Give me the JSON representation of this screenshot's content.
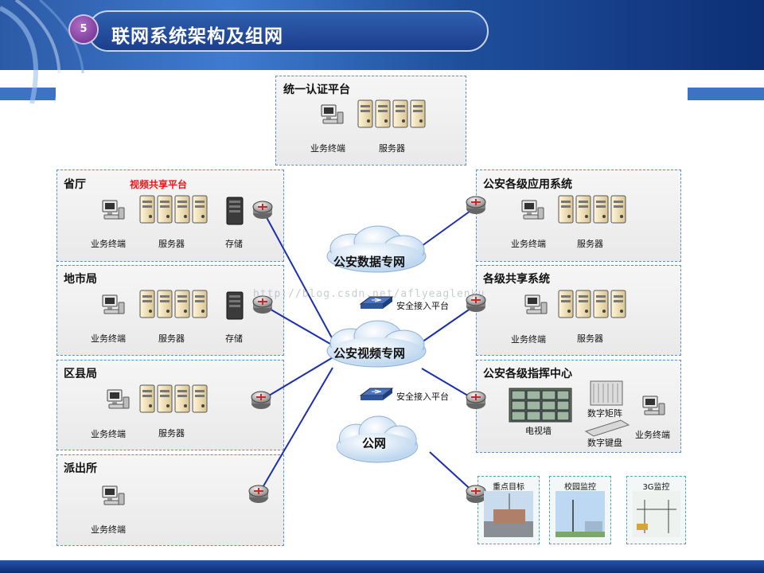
{
  "slide": {
    "number": "5",
    "title": "联网系统架构及组网"
  },
  "zones": {
    "auth": {
      "title": "统一认证平台",
      "terminal": "业务终端",
      "server": "服务器"
    },
    "province": {
      "title": "省厅",
      "platform": "视频共享平台",
      "terminal": "业务终端",
      "server": "服务器",
      "storage": "存储"
    },
    "city": {
      "title": "地市局",
      "terminal": "业务终端",
      "server": "服务器",
      "storage": "存储"
    },
    "county": {
      "title": "区县局",
      "terminal": "业务终端",
      "server": "服务器"
    },
    "station": {
      "title": "派出所",
      "terminal": "业务终端"
    },
    "apps": {
      "title": "公安各级应用系统",
      "terminal": "业务终端",
      "server": "服务器"
    },
    "share": {
      "title": "各级共享系统",
      "terminal": "业务终端",
      "server": "服务器"
    },
    "command": {
      "title": "公安各级指挥中心",
      "tvwall": "电视墙",
      "matrix": "数字矩阵",
      "keyboard": "数字键盘",
      "terminal": "业务终端"
    }
  },
  "networks": {
    "data": "公安数据专网",
    "video": "公安视频专网",
    "public": "公网"
  },
  "gateways": {
    "upper": "安全接入平台",
    "lower": "安全接入平台"
  },
  "endpoints": {
    "key_target": "重点目标",
    "campus": "校园监控",
    "g3": "3G监控"
  },
  "watermark": "http://blog.csdn.net/aflyeaglenku",
  "colors": {
    "link": "#1a2fb0",
    "zone_border": "#5b8fc9",
    "header": "#1f4f9c",
    "highlight": "#e01b1b"
  }
}
